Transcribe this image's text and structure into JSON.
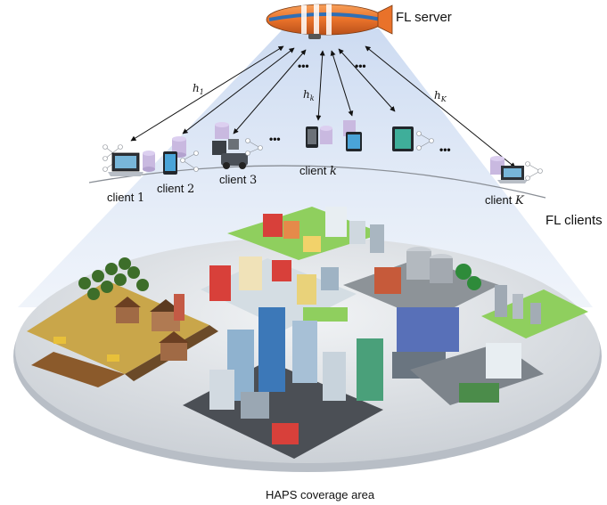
{
  "server": {
    "label": "FL server"
  },
  "clients_label": "FL clients",
  "coverage_label": "HAPS coverage area",
  "clients": [
    {
      "name": "client",
      "index": "1"
    },
    {
      "name": "client",
      "index": "2"
    },
    {
      "name": "client",
      "index": "3"
    },
    {
      "name": "client",
      "index": "k"
    },
    {
      "name": "client",
      "index": "K"
    }
  ],
  "links": [
    {
      "symbol": "h",
      "sub": "1"
    },
    {
      "symbol": "h",
      "sub": "k"
    },
    {
      "symbol": "h",
      "sub": "K"
    }
  ],
  "ellipsis": "•••",
  "colors": {
    "beam": "#bcd0ee",
    "ground": "#d9dde2",
    "airship_body": "#e9722a",
    "airship_stripe": "#2f6fb6"
  }
}
